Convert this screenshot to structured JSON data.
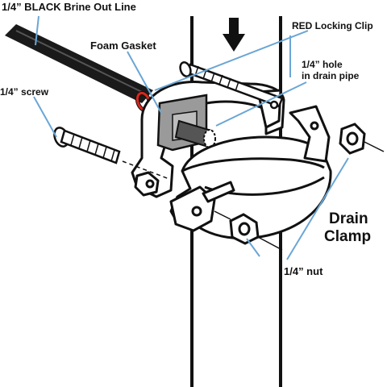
{
  "labels": {
    "brine_line": "1/4” BLACK Brine Out Line",
    "foam_gasket": "Foam Gasket",
    "red_clip": "RED Locking Clip",
    "hole_line1": "1/4” hole",
    "hole_line2": "in drain pipe",
    "screw": "1/4” screw",
    "drain_line1": "Drain",
    "drain_line2": "Clamp",
    "nut": "1/4” nut"
  },
  "colors": {
    "leader": "#6aa6d6",
    "outline": "#111111",
    "clip": "#d9261c",
    "gasket": "#9a9a9a",
    "tube": "#1a1a1a"
  },
  "icons": [
    "down-arrow-icon"
  ]
}
